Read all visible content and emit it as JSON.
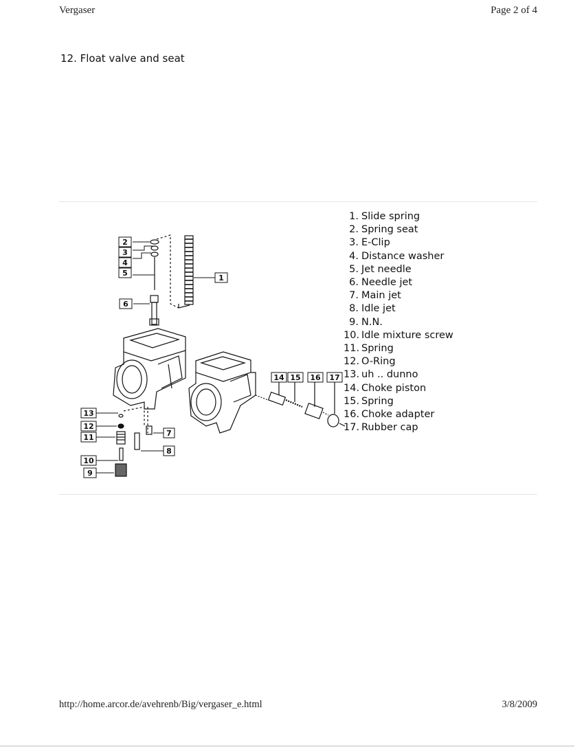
{
  "header": {
    "left": "Vergaser",
    "right": "Page 2 of 4"
  },
  "section_title": "12. Float valve and seat",
  "parts": [
    {
      "num": "1.",
      "label": "Slide spring"
    },
    {
      "num": "2.",
      "label": "Spring seat"
    },
    {
      "num": "3.",
      "label": "E-Clip"
    },
    {
      "num": "4.",
      "label": "Distance washer"
    },
    {
      "num": "5.",
      "label": "Jet needle"
    },
    {
      "num": "6.",
      "label": "Needle jet"
    },
    {
      "num": "7.",
      "label": "Main jet"
    },
    {
      "num": "8.",
      "label": "Idle jet"
    },
    {
      "num": "9.",
      "label": "N.N."
    },
    {
      "num": "10.",
      "label": "Idle mixture screw"
    },
    {
      "num": "11.",
      "label": "Spring"
    },
    {
      "num": "12.",
      "label": "O-Ring"
    },
    {
      "num": "13.",
      "label": "uh .. dunno"
    },
    {
      "num": "14.",
      "label": "Choke piston"
    },
    {
      "num": "15.",
      "label": "Spring"
    },
    {
      "num": "16.",
      "label": "Choke adapter"
    },
    {
      "num": "17.",
      "label": "Rubber cap"
    }
  ],
  "callouts": {
    "c1": "1",
    "c2": "2",
    "c3": "3",
    "c4": "4",
    "c5": "5",
    "c6": "6",
    "c7": "7",
    "c8": "8",
    "c9": "9",
    "c10": "10",
    "c11": "11",
    "c12": "12",
    "c13": "13",
    "c14": "14",
    "c15": "15",
    "c16": "16",
    "c17": "17"
  },
  "footer": {
    "url": "http://home.arcor.de/avehrenb/Big/vergaser_e.html",
    "date": "3/8/2009"
  }
}
